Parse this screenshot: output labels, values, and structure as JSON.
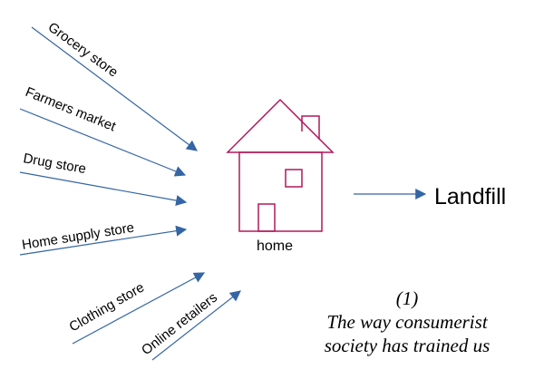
{
  "sources": [
    {
      "label": "Grocery store"
    },
    {
      "label": "Farmers market"
    },
    {
      "label": "Drug store"
    },
    {
      "label": "Home supply store"
    },
    {
      "label": "Clothing store"
    },
    {
      "label": "Online retailers"
    }
  ],
  "home": {
    "label": "home"
  },
  "destination": {
    "label": "Landfill"
  },
  "caption": {
    "number": "(1)",
    "line1": "The way consumerist",
    "line2": "society has trained us"
  },
  "colors": {
    "arrow": "#3465a4",
    "house": "#b0195b"
  },
  "icons": {
    "house": "house-icon"
  }
}
